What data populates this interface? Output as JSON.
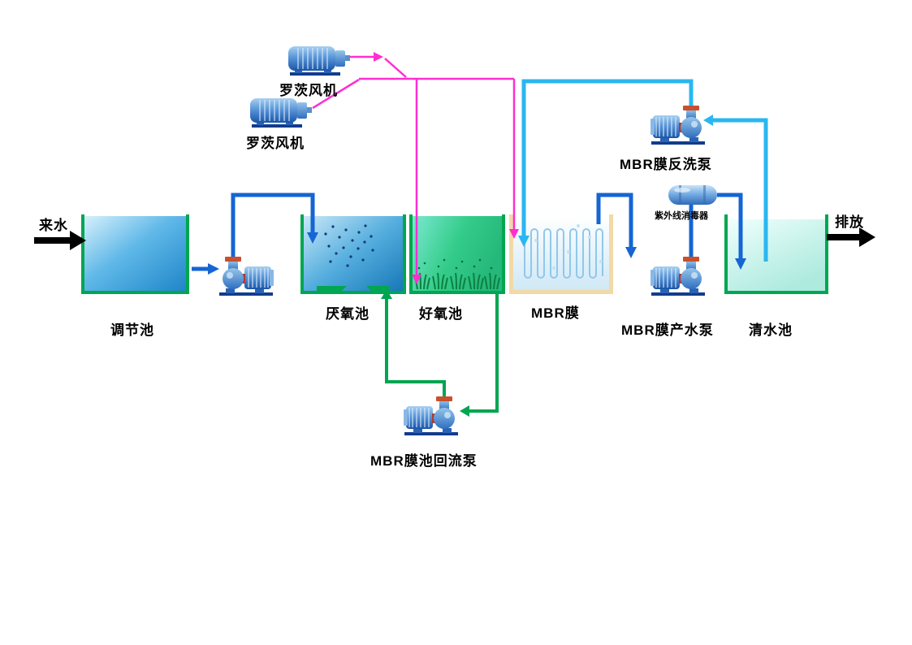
{
  "diagram": {
    "labels": {
      "incoming_water": "来水",
      "regulating_tank": "调节池",
      "roots_blower_top": "罗茨风机",
      "roots_blower_bottom": "罗茨风机",
      "anaerobic_tank": "厌氧池",
      "aerobic_tank": "好氧池",
      "mbr_membrane": "MBR膜",
      "mbr_backwash_pump": "MBR膜反洗泵",
      "uv_sterilizer": "紫外线消毒器",
      "mbr_product_pump": "MBR膜产水泵",
      "clear_water_tank": "清水池",
      "discharge": "排放",
      "mbr_return_pump": "MBR膜池回流泵"
    },
    "colors": {
      "pipe_blue": "#1565d4",
      "pipe_cyan": "#2ab7f0",
      "pipe_magenta": "#ff2ed2",
      "pipe_green": "#00a551",
      "tank_wall_green": "#00a651",
      "mbr_wall_tan": "#f2d9a6",
      "arrow_black": "#000000"
    }
  }
}
